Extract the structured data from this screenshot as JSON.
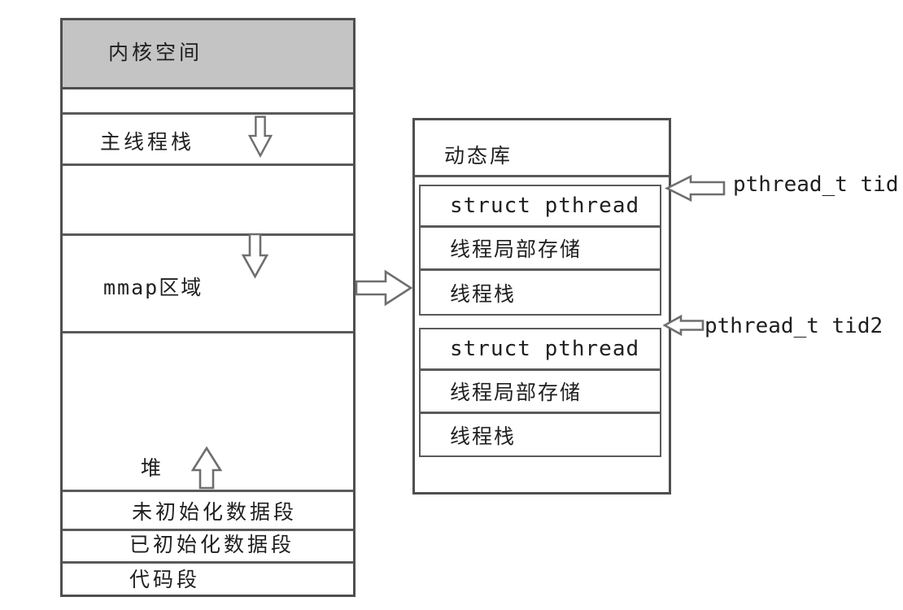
{
  "colors": {
    "line": "#4f4f4f",
    "kernel_fill": "#c4c4c4",
    "text": "#1f1f1f",
    "background": "#ffffff"
  },
  "process_box": {
    "sections": {
      "kernel": "内核空间",
      "main_thread_stack": "主线程栈",
      "mmap": "mmap区域",
      "heap": "堆",
      "uninitialized_data": "未初始化数据段",
      "initialized_data": "已初始化数据段",
      "code": "代码段"
    }
  },
  "library_box": {
    "title": "动态库",
    "thread_blocks": [
      {
        "rows": [
          "struct pthread",
          "线程局部存储",
          "线程栈"
        ]
      },
      {
        "rows": [
          "struct pthread",
          "线程局部存储",
          "线程栈"
        ]
      }
    ]
  },
  "annotations": {
    "tid": "pthread_t tid",
    "tid2": "pthread_t tid2"
  },
  "icons": {
    "down_arrow": "down-block-arrow",
    "up_arrow": "up-block-arrow",
    "map_arrow": "right-block-arrow",
    "tid_arrow": "left-block-arrow"
  }
}
